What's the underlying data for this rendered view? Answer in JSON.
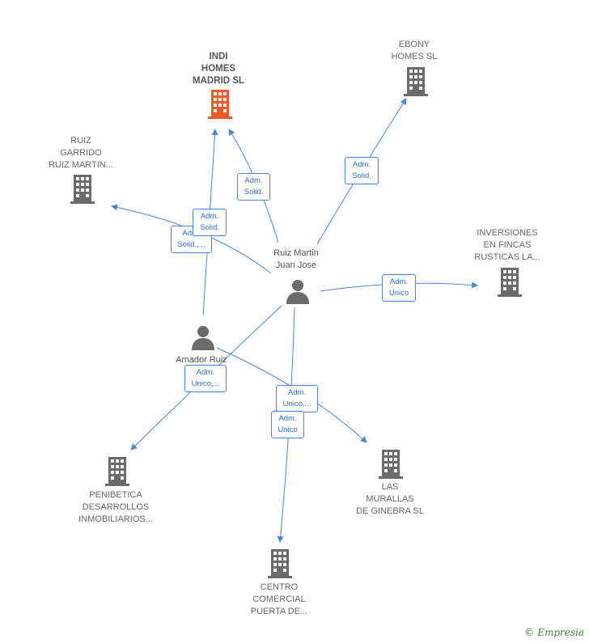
{
  "colors": {
    "edge": "#4a86d4",
    "building": "#6b6b6b",
    "building_highlight": "#f0592a",
    "person": "#6b6b6b"
  },
  "nodes": {
    "indi": "INDI\nHOMES\nMADRID  SL",
    "ebony": "EBONY\nHOMES  SL",
    "ruiz_garrido": "RUIZ\nGARRIDO\nRUIZ MARTIN...",
    "inversiones": "INVERSIONES\nEN FINCAS\nRUSTICAS LA...",
    "penibetica": "PENIBETICA\nDESARROLLOS\nINMOBILIARIOS...",
    "murallas": "LAS\nMURALLAS\nDE GINEBRA  SL",
    "centro": "CENTRO\nCOMERCIAL\nPUERTA DE..."
  },
  "persons": {
    "ruiz_martin": "Ruiz Martin\nJuan Jose",
    "amador": "Amador Ruiz\nF..."
  },
  "edges": {
    "e1": "Adm.\nSolid.",
    "e2": "Adm.\nSolid.",
    "e3": "Adm.\nSolid.,...",
    "e4": "Adm.\nSolid.",
    "e5": "Adm.\nUnico",
    "e6": "Adm.\nUnico,...",
    "e7": "Adm.\nUnico,...",
    "e8": "Adm.\nUnico"
  },
  "footer": {
    "copyright": "©",
    "brand": "Empresia"
  }
}
